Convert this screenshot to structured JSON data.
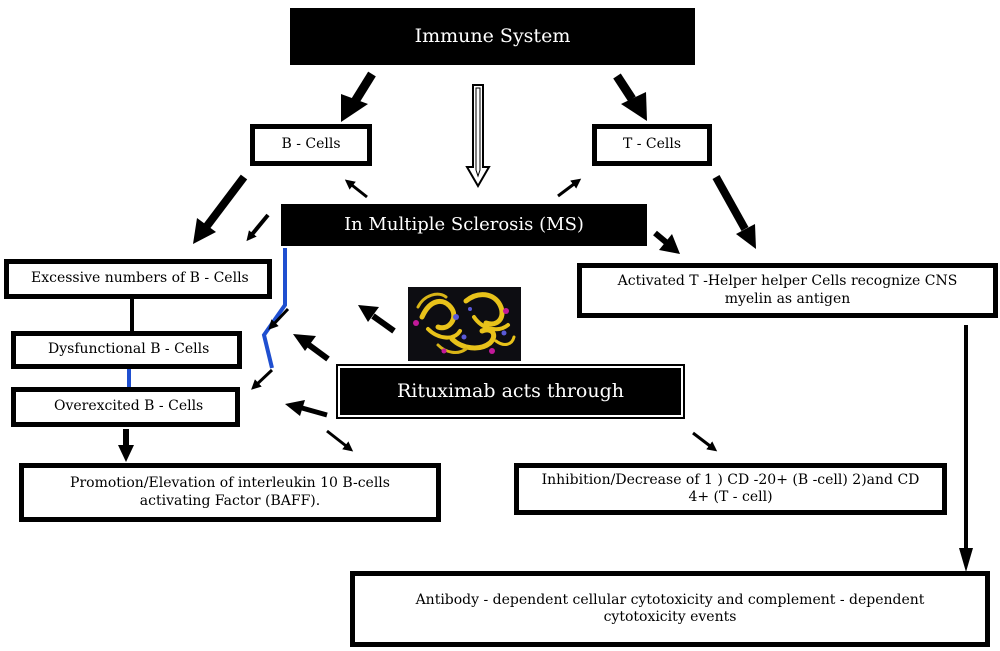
{
  "nodes": {
    "immune_system": "Immune System",
    "b_cells": "B - Cells",
    "t_cells": "T - Cells",
    "multiple_sclerosis": "In Multiple Sclerosis (MS)",
    "excessive_b_cells": "Excessive numbers of B - Cells",
    "dysfunctional_b_cells": "Dysfunctional B - Cells",
    "overexcited_b_cells": "Overexcited B - Cells",
    "rituximab": "Rituximab acts through",
    "activated_t_helper": "Activated T  -Helper helper Cells recognize CNS myelin as antigen",
    "promotion_il10": "Promotion/Elevation of  interleukin 10  B-cells activating Factor (BAFF).",
    "inhibition_cd": "Inhibition/Decrease of 1 ) CD -20+ (B -cell) 2)and CD 4+ (T - cell)",
    "antibody_cytotoxicity": "Antibody - dependent cellular cytotoxicity and complement - dependent cytotoxicity events"
  },
  "colors": {
    "box_border": "#000000",
    "dark_fill": "#000000",
    "dark_text": "#ffffff",
    "link_blue": "#1f4fd0",
    "protein_background": "#0d0d12",
    "protein_yellow": "#e8c21a",
    "protein_magenta": "#c2199a",
    "protein_violet": "#5a5ad8"
  },
  "icons": {
    "rituximab_structure": "rituximab-protein-structure-image"
  }
}
